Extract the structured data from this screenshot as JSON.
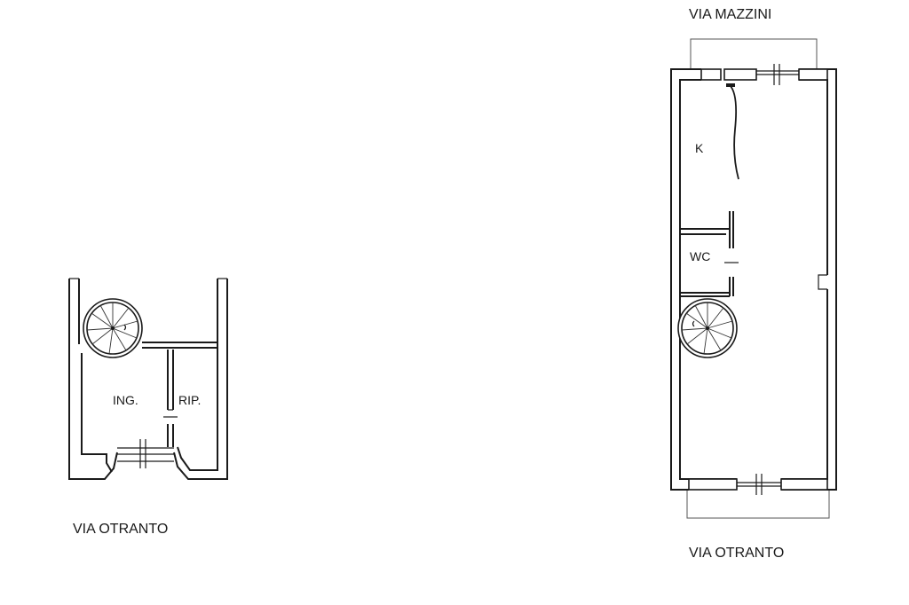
{
  "ground_floor": {
    "rooms": {
      "entrance": "ING.",
      "storage": "RIP."
    },
    "street": "VIA OTRANTO"
  },
  "first_floor": {
    "street_top": "VIA MAZZINI",
    "street_bottom": "VIA OTRANTO",
    "rooms": {
      "kitchen": "K",
      "bathroom": "WC"
    }
  },
  "colors": {
    "line": "#1a1a1a",
    "background": "#ffffff"
  },
  "icons": [
    "spiral-staircase-icon",
    "door-swing-icon",
    "window-icon"
  ]
}
